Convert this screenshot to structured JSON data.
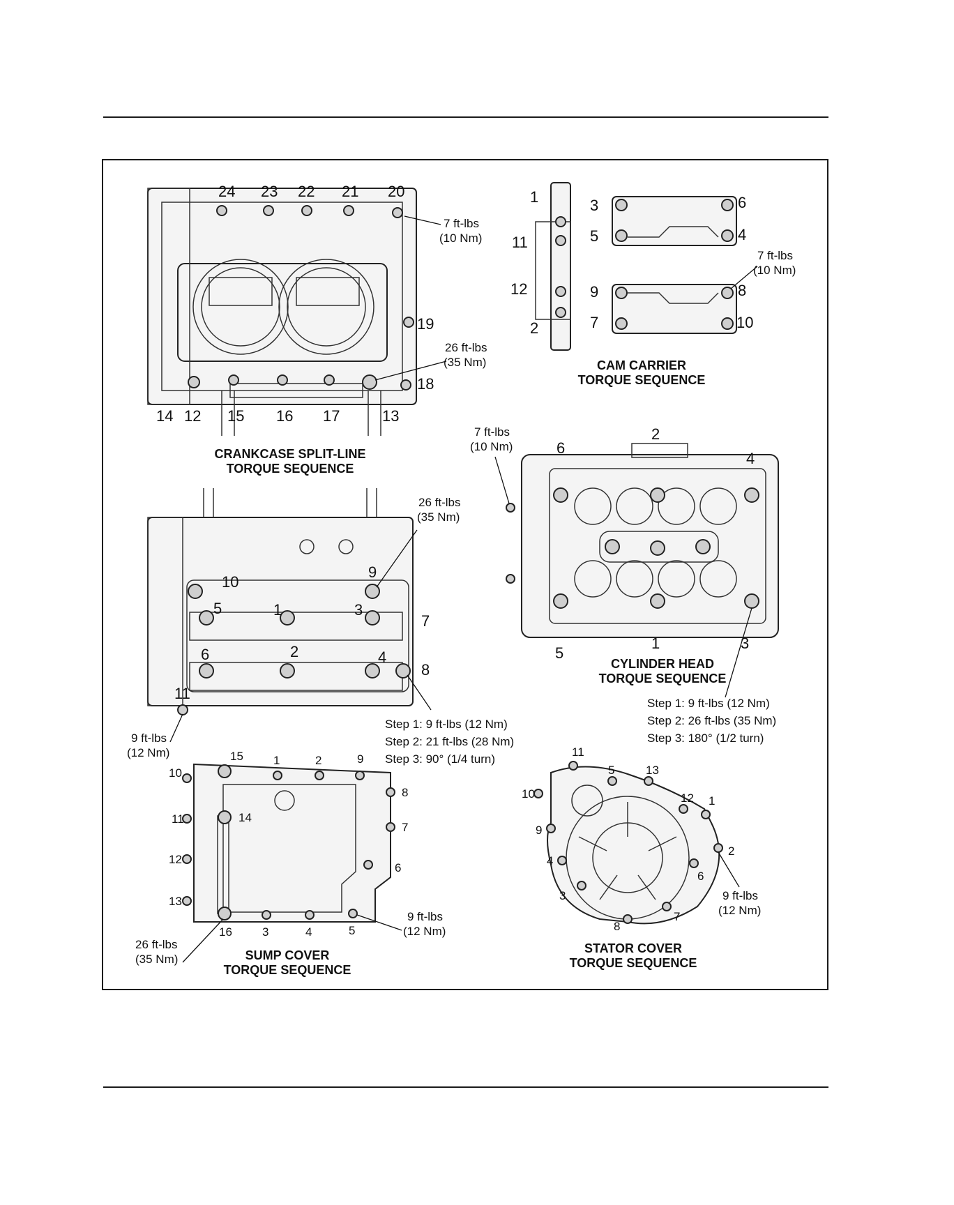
{
  "crankcase": {
    "caption": [
      "CRANKCASE SPLIT-LINE",
      "TORQUE SEQUENCE"
    ],
    "numbers": [
      "24",
      "23",
      "22",
      "21",
      "20",
      "19",
      "18",
      "14",
      "12",
      "15",
      "16",
      "17",
      "13"
    ],
    "torque_small": [
      "7 ft-lbs",
      "(10 Nm)"
    ],
    "torque_large": [
      "26 ft-lbs",
      "(35 Nm)"
    ]
  },
  "cam_carrier": {
    "caption": [
      "CAM CARRIER",
      "TORQUE SEQUENCE"
    ],
    "numbers": [
      "1",
      "11",
      "12",
      "2",
      "3",
      "6",
      "5",
      "4",
      "9",
      "8",
      "7",
      "10"
    ],
    "torque": [
      "7 ft-lbs",
      "(10 Nm)"
    ]
  },
  "cylinder_head": {
    "caption": [
      "CYLINDER HEAD",
      "TORQUE SEQUENCE"
    ],
    "numbers": [
      "2",
      "6",
      "4",
      "5",
      "1",
      "3"
    ],
    "torque_small": [
      "7 ft-lbs",
      "(10 Nm)"
    ],
    "steps": [
      "Step 1: 9 ft-lbs (12 Nm)",
      "Step 2: 26 ft-lbs (35 Nm)",
      "Step 3: 180° (1/2 turn)"
    ]
  },
  "lower_crankcase": {
    "numbers": [
      "10",
      "9",
      "5",
      "1",
      "3",
      "7",
      "6",
      "2",
      "4",
      "8",
      "11"
    ],
    "torque_large": [
      "26 ft-lbs",
      "(35 Nm)"
    ],
    "torque_small": [
      "9 ft-lbs",
      "(12 Nm)"
    ],
    "steps": [
      "Step 1: 9 ft-lbs (12 Nm)",
      "Step 2: 21 ft-lbs (28 Nm)",
      "Step 3: 90° (1/4 turn)"
    ]
  },
  "sump_cover": {
    "caption": [
      "SUMP COVER",
      "TORQUE SEQUENCE"
    ],
    "numbers": [
      "15",
      "1",
      "2",
      "9",
      "10",
      "8",
      "11",
      "14",
      "7",
      "12",
      "6",
      "13",
      "16",
      "3",
      "4",
      "5"
    ],
    "torque_small": [
      "9 ft-lbs",
      "(12 Nm)"
    ],
    "torque_large": [
      "26 ft-lbs",
      "(35 Nm)"
    ]
  },
  "stator_cover": {
    "caption": [
      "STATOR COVER",
      "TORQUE SEQUENCE"
    ],
    "numbers": [
      "11",
      "5",
      "13",
      "10",
      "12",
      "1",
      "9",
      "2",
      "4",
      "6",
      "3",
      "8",
      "7"
    ],
    "torque": [
      "9 ft-lbs",
      "(12 Nm)"
    ]
  }
}
